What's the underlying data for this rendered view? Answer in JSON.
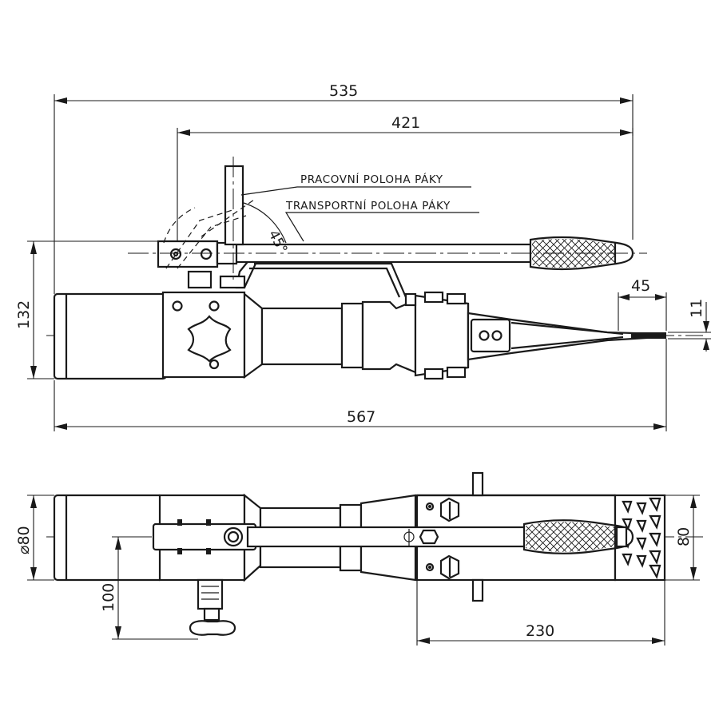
{
  "dimensions": {
    "top_overall_length": "535",
    "lever_length": "421",
    "height": "132",
    "tip_length": "45",
    "tip_width": "11",
    "total_length": "567",
    "body_diameter": "⌀80",
    "handle_offset": "100",
    "head_length": "230",
    "head_width": "80"
  },
  "labels": {
    "working_position": "PRACOVNÍ POLOHA PÁKY",
    "transport_position": "TRANSPORTNÍ POLOHA PÁKY",
    "angle": "45°"
  }
}
